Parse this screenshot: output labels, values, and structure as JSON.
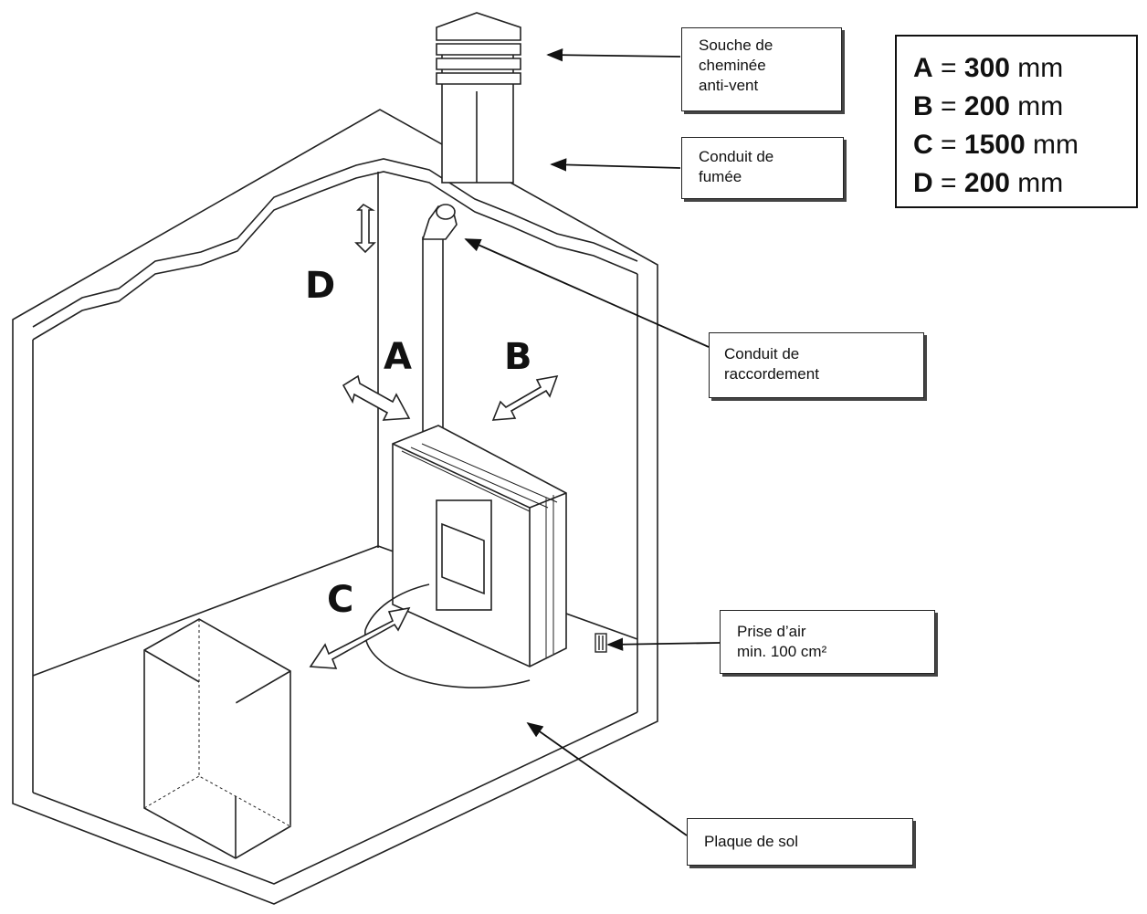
{
  "labels": {
    "souche": "Souche de\ncheminée\nanti-vent",
    "conduit_fumee": "Conduit de\nfumée",
    "conduit_raccordement": "Conduit de\nraccordement",
    "prise_air": "Prise d’air\nmin. 100 cm²",
    "plaque_sol": "Plaque de sol"
  },
  "legend": [
    {
      "letter": "A",
      "eq": "=",
      "value": "300",
      "unit": "mm"
    },
    {
      "letter": "B",
      "eq": "=",
      "value": "200",
      "unit": "mm"
    },
    {
      "letter": "C",
      "eq": "=",
      "value": "1500",
      "unit": "mm"
    },
    {
      "letter": "D",
      "eq": "=",
      "value": "200",
      "unit": "mm"
    }
  ],
  "dimension_letters": {
    "a": "A",
    "b": "B",
    "c": "C",
    "d": "D"
  }
}
